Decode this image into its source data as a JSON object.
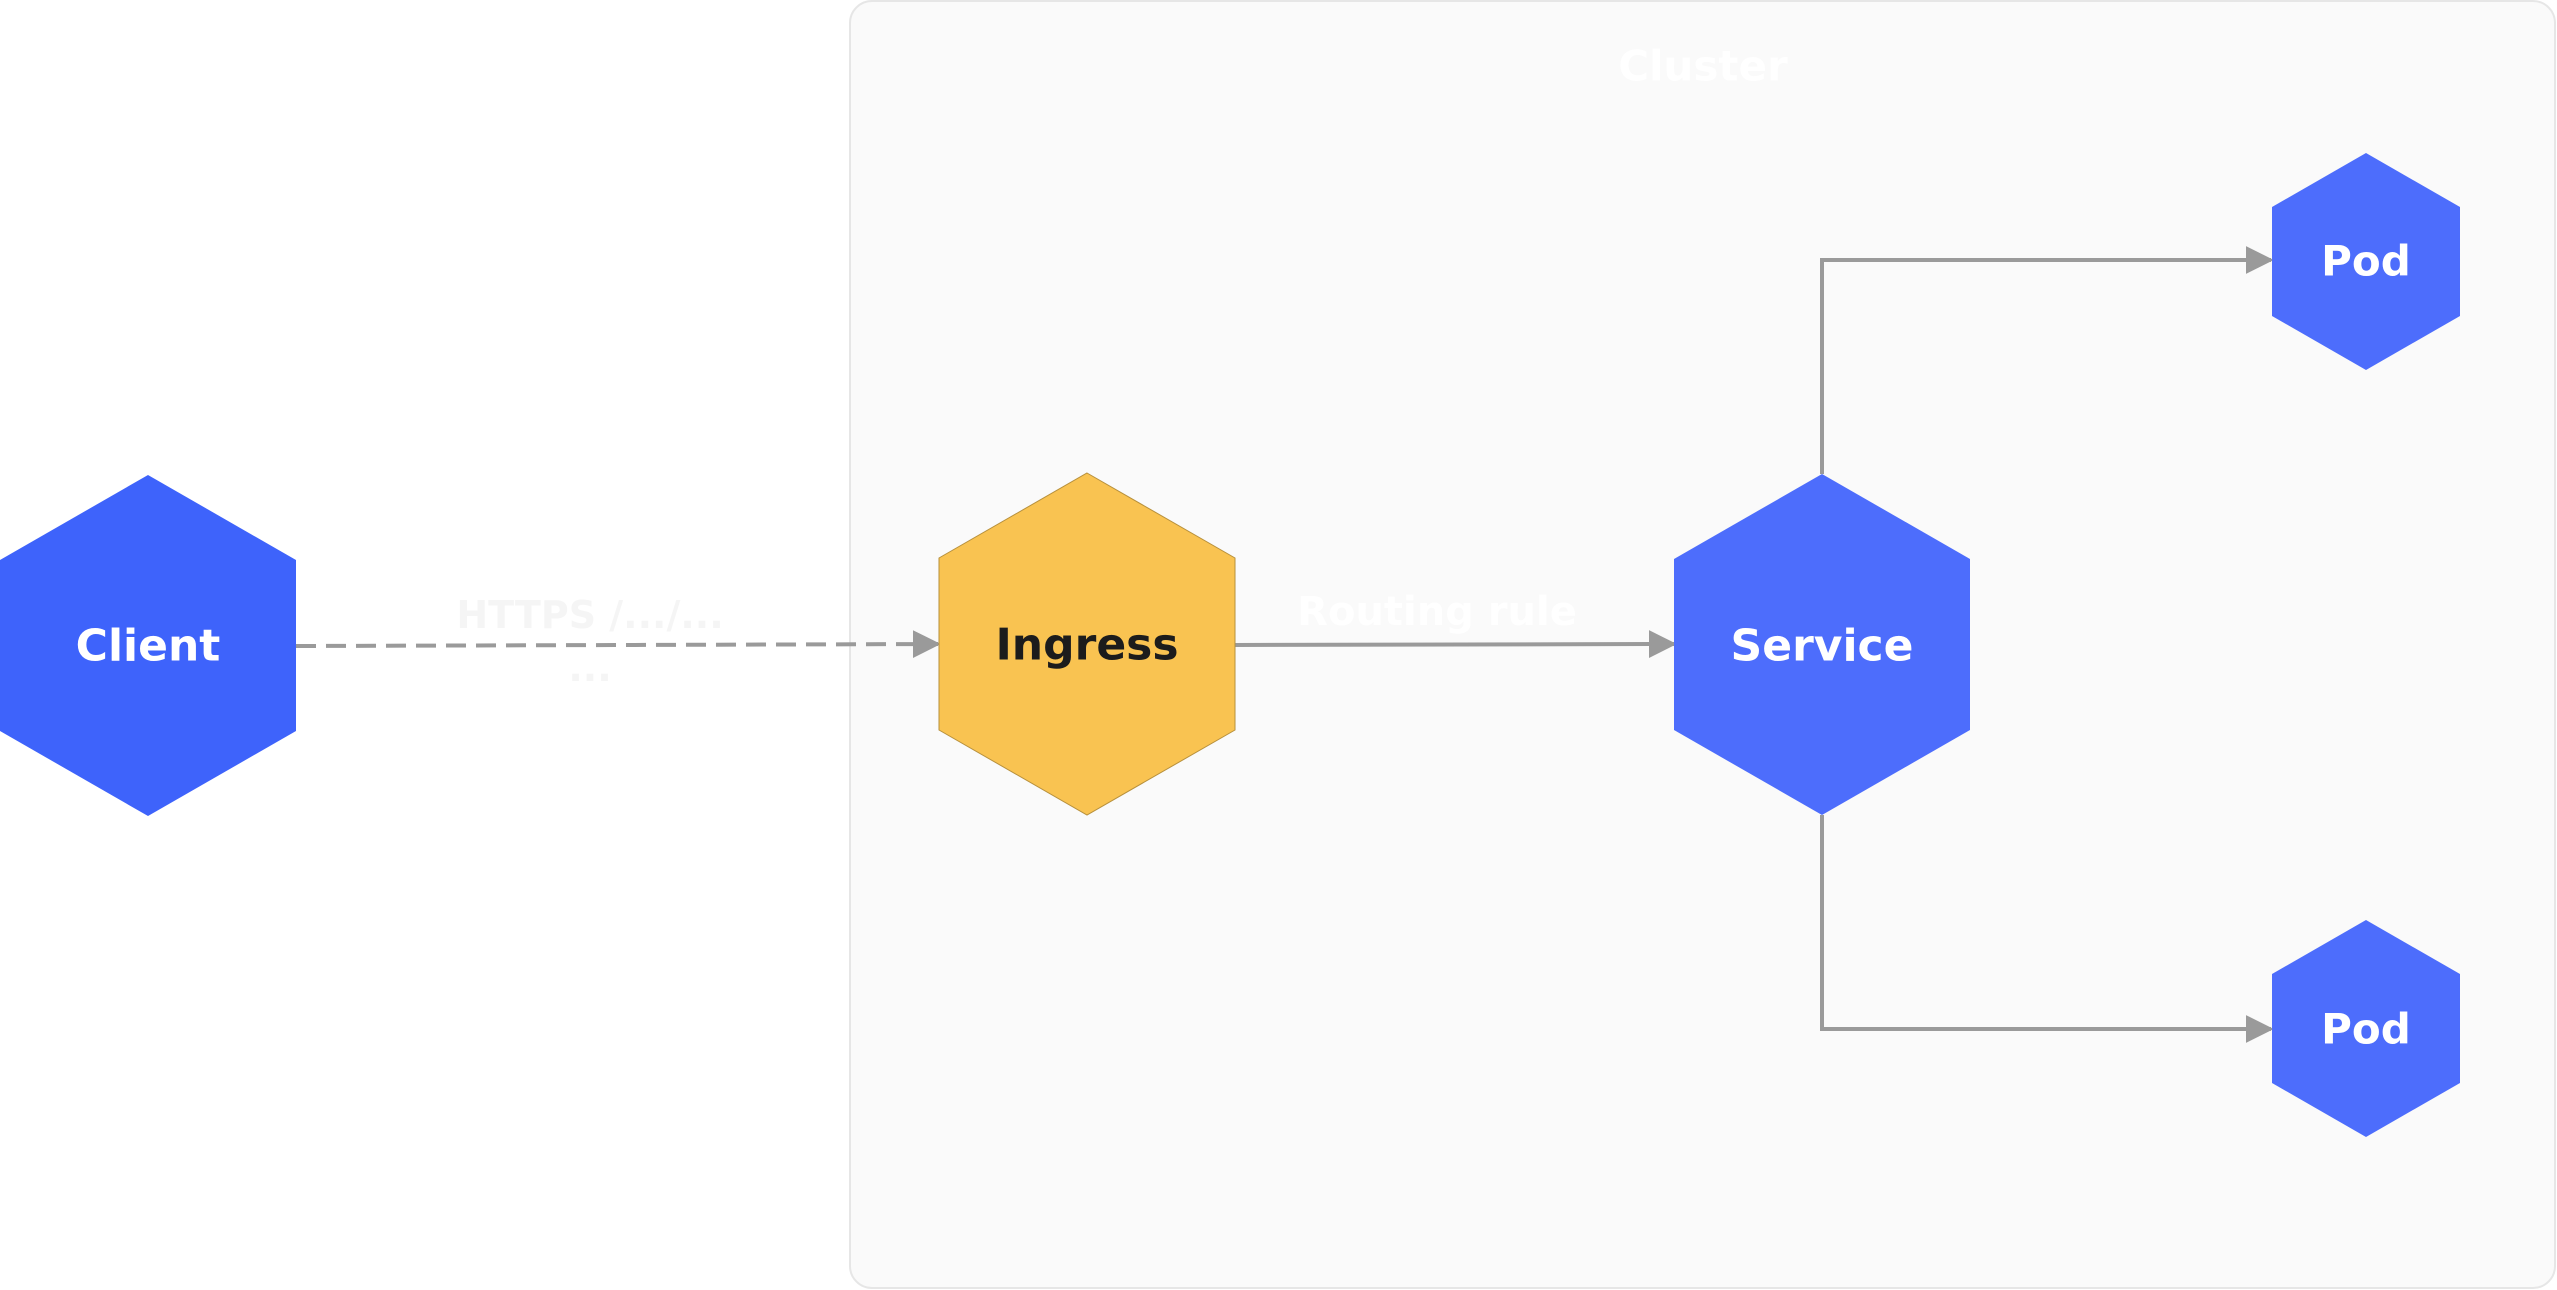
{
  "cluster": {
    "label": "Cluster"
  },
  "nodes": {
    "client": {
      "label": "Client"
    },
    "ingress": {
      "label": "Ingress"
    },
    "service": {
      "label": "Service"
    },
    "pod_top": {
      "label": "Pod"
    },
    "pod_bottom": {
      "label": "Pod"
    }
  },
  "edges": {
    "client_ingress": {
      "label_line1": "HTTPS /.../...",
      "label_line2": "..."
    },
    "ingress_service": {
      "label": "Routing rule"
    }
  },
  "colors": {
    "client_fill": "#3e63fb",
    "service_fill": "#4d6dfc",
    "ingress_fill": "#f9c351",
    "edge": "#9a9a9a",
    "cluster_fill": "#fafafa",
    "cluster_border": "#e6e6e6",
    "label_light": "#ffffff",
    "label_dark": "#1c1c1c"
  },
  "icons": {
    "arrowhead": "triangle-arrow-icon"
  }
}
